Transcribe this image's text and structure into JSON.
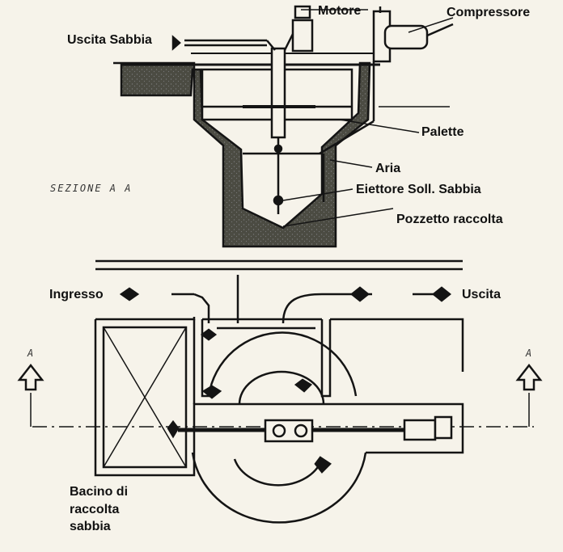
{
  "colors": {
    "background": "#f6f3ea",
    "ink": "#141414",
    "concrete": "#4b4b42",
    "label": "#111111"
  },
  "labels": {
    "motore": "Motore",
    "compressore": "Compressore",
    "uscita_sabbia": "Uscita Sabbia",
    "palette": "Palette",
    "aria": "Aria",
    "eiettore": "Eiettore Soll. Sabbia",
    "pozzetto": "Pozzetto raccolta",
    "sezione": "SEZIONE A A",
    "ingresso": "Ingresso",
    "uscita": "Uscita",
    "bacino_line1": "Bacino di",
    "bacino_line2": "raccolta",
    "bacino_line3": "sabbia",
    "section_mark_left": "A",
    "section_mark_right": "A"
  }
}
